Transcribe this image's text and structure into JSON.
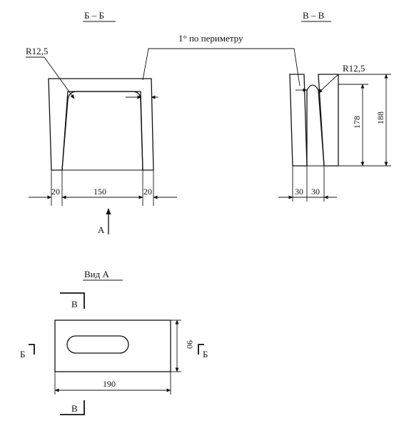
{
  "labels": {
    "section_bb": "Б – Б",
    "section_vv": "В – В",
    "radius_left": "R12,5",
    "radius_right": "R12,5",
    "slope_note": "1° по периметру",
    "view_a_title": "Вид А",
    "arrow_a": "А",
    "mark_b_left": "Б",
    "mark_b_right": "Б",
    "mark_v_top": "В",
    "mark_v_bottom": "В"
  },
  "dimensions": {
    "bb_wall_left": "20",
    "bb_inner": "150",
    "bb_wall_right": "20",
    "vv_wall_left": "30",
    "vv_wall_right": "30",
    "vv_height_inner": "178",
    "vv_height_outer": "188",
    "view_width": "190",
    "view_height": "90"
  }
}
